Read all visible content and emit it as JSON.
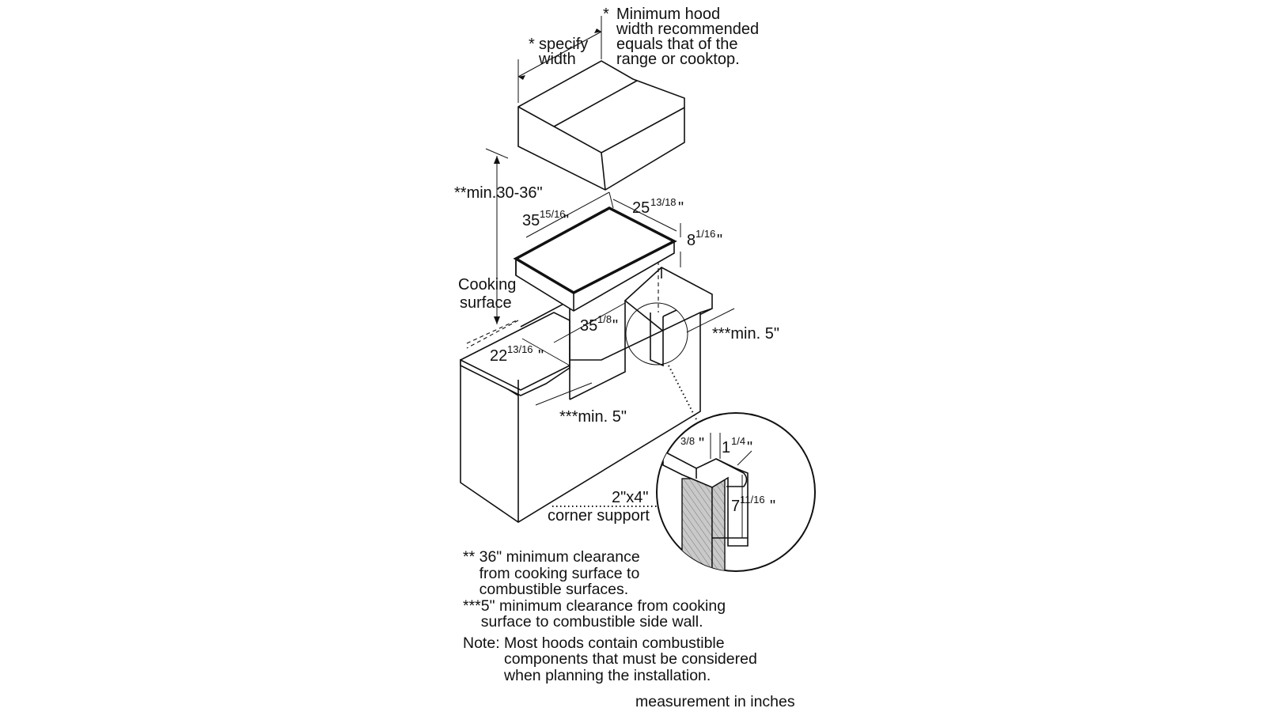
{
  "hood": {
    "note_mark": "*",
    "note_lines": [
      "Minimum hood",
      "width recommended",
      "equals that of the",
      "range or cooktop."
    ],
    "specify_mark": "*",
    "specify_lines": [
      "specify",
      "width"
    ]
  },
  "dimensions": {
    "clearance_height": "**min.30-36\"",
    "cooking_surface_lines": [
      "Cooking",
      "surface"
    ],
    "width_main": "35",
    "width_main_frac": "15/16",
    "width_main_unit": "\"",
    "depth_main": "25",
    "depth_main_frac": "13/18",
    "depth_main_unit": "\"",
    "height_main": "8",
    "height_main_frac": "1/16",
    "height_main_unit": "\"",
    "cutout_width": "35",
    "cutout_width_frac": "1/8",
    "cutout_width_unit": "\"",
    "cutout_depth": "22",
    "cutout_depth_frac": "13/16",
    "cutout_depth_unit": "\"",
    "side_clearance_right": "***min. 5\"",
    "side_clearance_front": "***min. 5\""
  },
  "detail": {
    "gap_frac": "3/8",
    "gap_unit": "\"",
    "ledge_whole": "1",
    "ledge_frac": "1/4",
    "ledge_unit": "\"",
    "post_whole": "7",
    "post_frac": "11/16",
    "post_unit": "\"",
    "support_lines": [
      "2\"x4\"",
      "corner support"
    ]
  },
  "notes": [
    {
      "mark": "** ",
      "lines": [
        "36\" minimum clearance",
        "from cooking surface to",
        "combustible surfaces."
      ]
    },
    {
      "mark": "***",
      "lines": [
        "5\" minimum clearance from cooking",
        "surface to combustible side wall."
      ]
    },
    {
      "mark": "Note: ",
      "lines": [
        "Most hoods contain combustible",
        "components that must be considered",
        "when planning the installation."
      ]
    }
  ],
  "units_note": "measurement in inches",
  "icons": [
    "hood-drawing",
    "cooktop-drawing",
    "cabinet-drawing",
    "corner-detail-drawing"
  ]
}
